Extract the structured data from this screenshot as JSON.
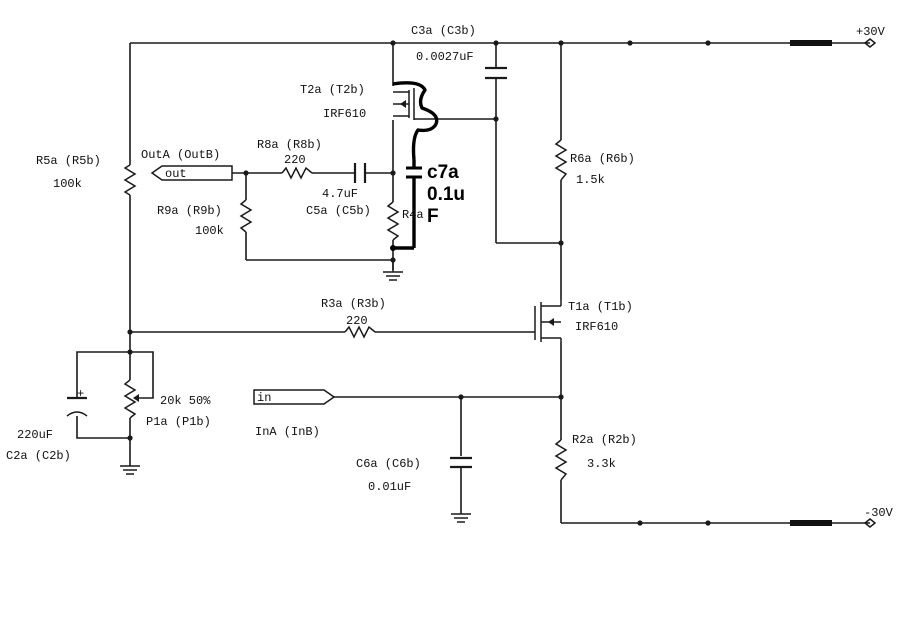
{
  "rails": {
    "positive": "+30V",
    "negative": "-30V"
  },
  "components": {
    "c3": {
      "name": "C3a (C3b)",
      "value": "0.0027uF"
    },
    "t2": {
      "name": "T2a (T2b)",
      "value": "IRF610"
    },
    "r5": {
      "name": "R5a (R5b)",
      "value": "100k"
    },
    "out": {
      "name": "OutA (OutB)",
      "port": "out"
    },
    "r8": {
      "name": "R8a (R8b)",
      "value": "220"
    },
    "c5": {
      "name": "C5a (C5b)",
      "value": "4.7uF"
    },
    "r9": {
      "name": "R9a (R9b)",
      "value": "100k"
    },
    "r4": {
      "name": "R4a"
    },
    "c7": {
      "name": "c7a",
      "value_line1": "0.1u",
      "value_line2": "F"
    },
    "r6": {
      "name": "R6a (R6b)",
      "value": "1.5k"
    },
    "r3": {
      "name": "R3a (R3b)",
      "value": "220"
    },
    "t1": {
      "name": "T1a (T1b)",
      "value": "IRF610"
    },
    "p1": {
      "name": "P1a (P1b)",
      "value": "20k 50%"
    },
    "c2": {
      "name": "C2a (C2b)",
      "value": "220uF",
      "polarity": "+"
    },
    "in": {
      "name": "InA (InB)",
      "port": "in"
    },
    "r2": {
      "name": "R2a (R2b)",
      "value": "3.3k"
    },
    "c6": {
      "name": "C6a (C6b)",
      "value": "0.01uF"
    }
  }
}
